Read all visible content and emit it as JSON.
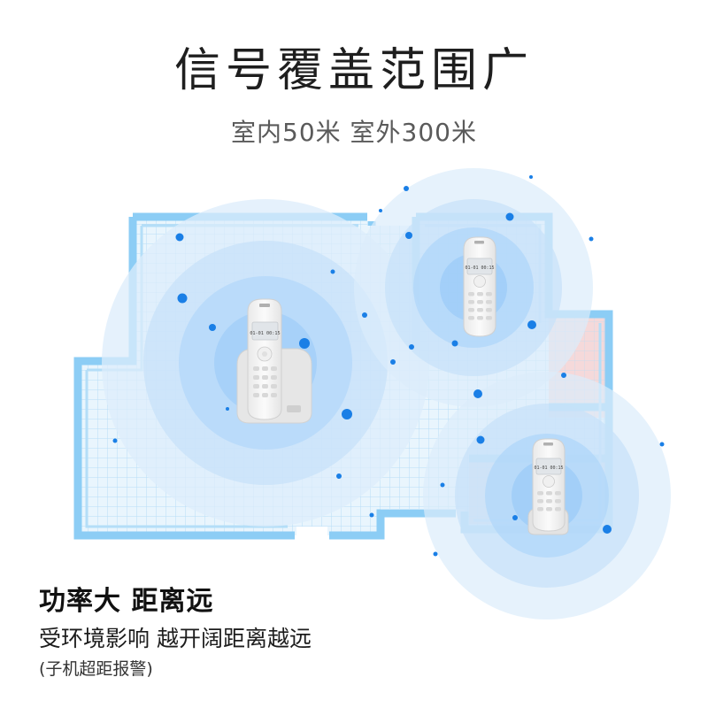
{
  "headline": "信号覆盖范围广",
  "subline": "室内50米 室外300米",
  "feature": {
    "title": "功率大 距离远",
    "description": "受环境影响 越开阔距离越远",
    "note": "(子机超距报警)"
  },
  "phone_screen": {
    "line1": "01-01 00:15"
  },
  "brand": "",
  "icons": [
    "signal-ring-icon",
    "base-phone-icon",
    "handset-phone-icon"
  ],
  "colors": {
    "wall": "#8ecdf5",
    "wall_dark": "#5fb4ee",
    "floor": "#e6f4fd",
    "floor_red": "#f9dada",
    "grid": "#b5dcf5",
    "signal": "#cfe8fb",
    "dot": "#1a7fe6",
    "phone_body": "#f4f4f4",
    "phone_screen": "#e2e6ea"
  }
}
